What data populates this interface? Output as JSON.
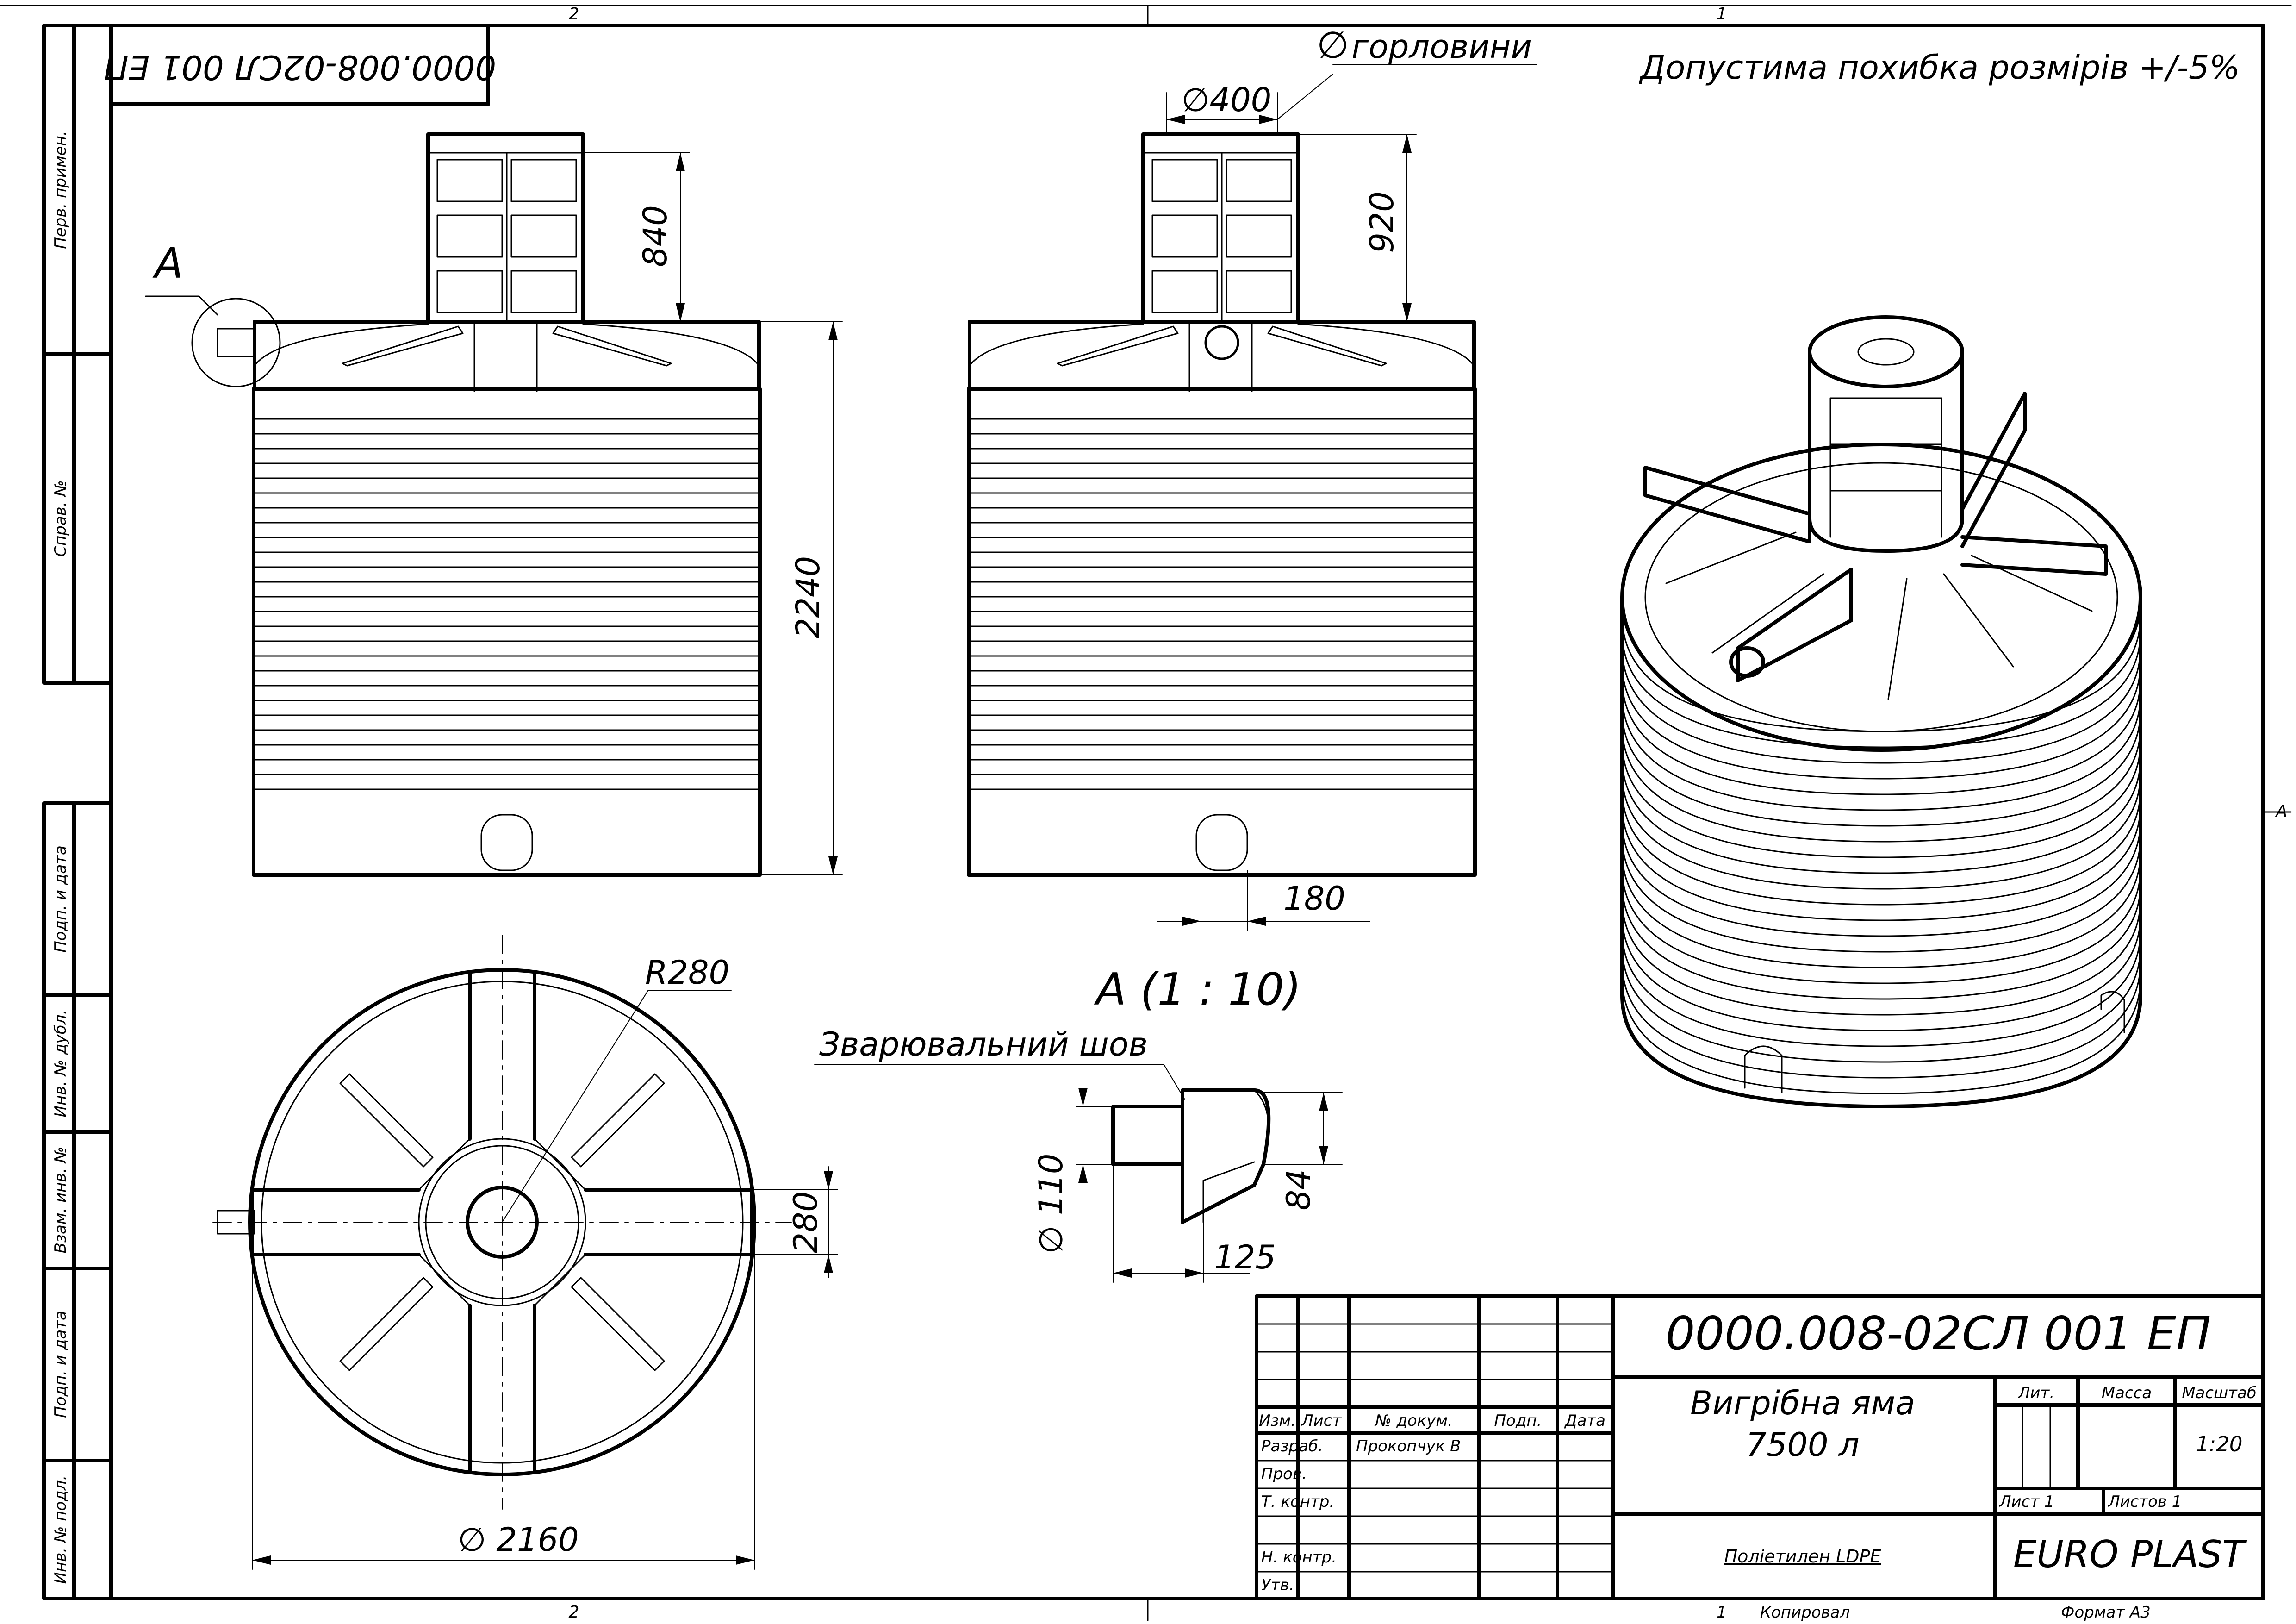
{
  "document": {
    "code": "0000.008-02СЛ 001 ЕП",
    "code_mirrored": "0000.008-02СЛ 001 ЕП",
    "title_line1": "Вигрібна яма",
    "title_line2": "7500 л",
    "material": "Поліетилен LDPE",
    "company": "EURO PLAST",
    "scale": "1:20",
    "tolerance_note": "Допустима похибка розмірів  +/-5%"
  },
  "zones": {
    "top_left": "2",
    "top_right": "1",
    "bottom_left": "2",
    "bottom_right": "1",
    "right_side": "A"
  },
  "side_stamp": {
    "perv_primen": "Перв. примен.",
    "sprav_no": "Справ. №",
    "podp_data_1": "Подп. и дата",
    "inv_dubl": "Инв. № дубл.",
    "vzam_inv": "Взам. инв. №",
    "podp_data_2": "Подп. и дата",
    "inv_podl": "Инв. № подл."
  },
  "title_block": {
    "izm": "Изм.",
    "list": "Лист",
    "no_dokum": "№ докум.",
    "podp": "Подп.",
    "data": "Дата",
    "razrab": "Разраб.",
    "razrab_name": "Прокопчук В",
    "prov": "Пров.",
    "t_kontr": "Т. контр.",
    "n_kontr": "Н. контр.",
    "utv": "Утв.",
    "lit": "Лит.",
    "massa": "Масса",
    "masshtab": "Масштаб",
    "list_no": "Лист 1",
    "listov": "Листов 1"
  },
  "footer": {
    "kopiroval_no": "1",
    "kopiroval": "Копировал",
    "format": "Формат А3"
  },
  "dimensions": {
    "neck_label": "горловини",
    "neck_diameter_symbol": "∅",
    "neck_diameter": "∅400",
    "neck_height_left": "840",
    "neck_height_right": "920",
    "tank_height": "2240",
    "outlet_spacing": "180",
    "radius": "R280",
    "rib_width": "280",
    "tank_diameter": "∅ 2160",
    "detail_title": "A  (1 : 10)",
    "weld_label": "Зварювальний шов",
    "pipe_diameter": "∅ 110",
    "pipe_length": "125",
    "flange_height": "84",
    "view_marker": "A"
  }
}
